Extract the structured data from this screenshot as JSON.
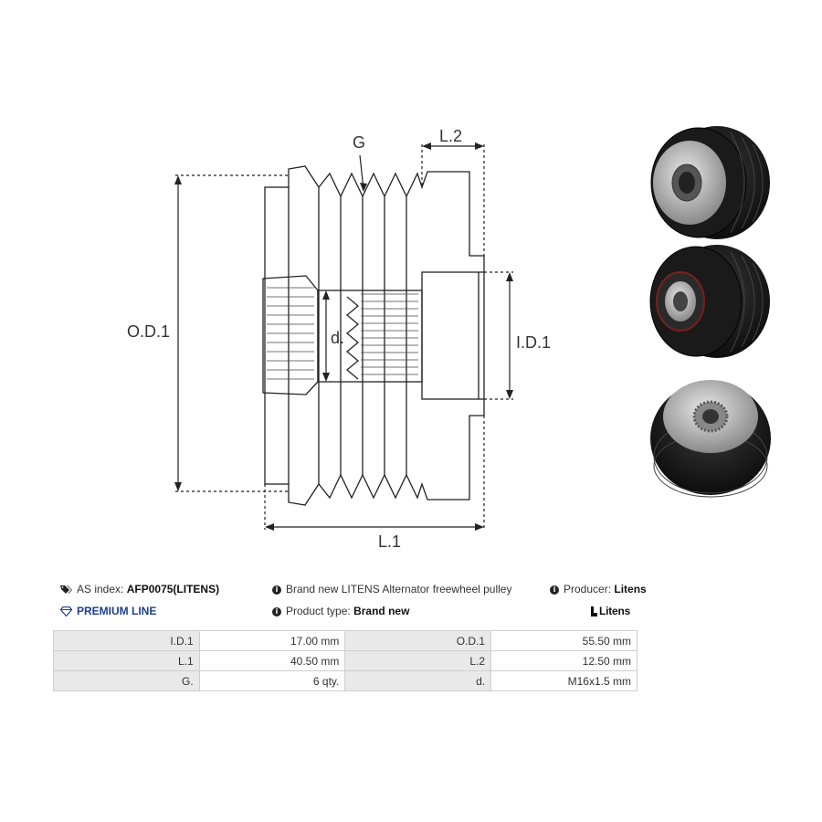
{
  "drawing": {
    "labels": {
      "g": "G",
      "l2": "L.2",
      "od1": "O.D.1",
      "id1": "I.D.1",
      "d": "d.",
      "l1": "L.1"
    }
  },
  "photos": [
    {
      "view": "front-face-splined"
    },
    {
      "view": "bearing-side"
    },
    {
      "view": "rear-face-splined"
    }
  ],
  "info": {
    "as_index_label": "AS index:",
    "as_index_value": "AFP0075(LITENS)",
    "description": "Brand new LITENS Alternator freewheel pulley",
    "producer_label": "Producer:",
    "producer_value": "Litens",
    "premium_line": "PREMIUM LINE",
    "product_type_label": "Product type:",
    "product_type_value": "Brand new",
    "brand_logo_text": "Litens"
  },
  "specs": [
    {
      "k1": "I.D.1",
      "v1": "17.00 mm",
      "k2": "O.D.1",
      "v2": "55.50 mm"
    },
    {
      "k1": "L.1",
      "v1": "40.50 mm",
      "k2": "L.2",
      "v2": "12.50 mm"
    },
    {
      "k1": "G.",
      "v1": "6 qty.",
      "k2": "d.",
      "v2": "M16x1.5 mm"
    }
  ],
  "icons": {
    "tag": "tags-icon",
    "info": "info-circle-icon",
    "diamond": "diamond-icon"
  },
  "colors": {
    "premium": "#1b3f8f",
    "table_key_bg": "#e9e9e9",
    "table_border": "#cfcfcf"
  }
}
